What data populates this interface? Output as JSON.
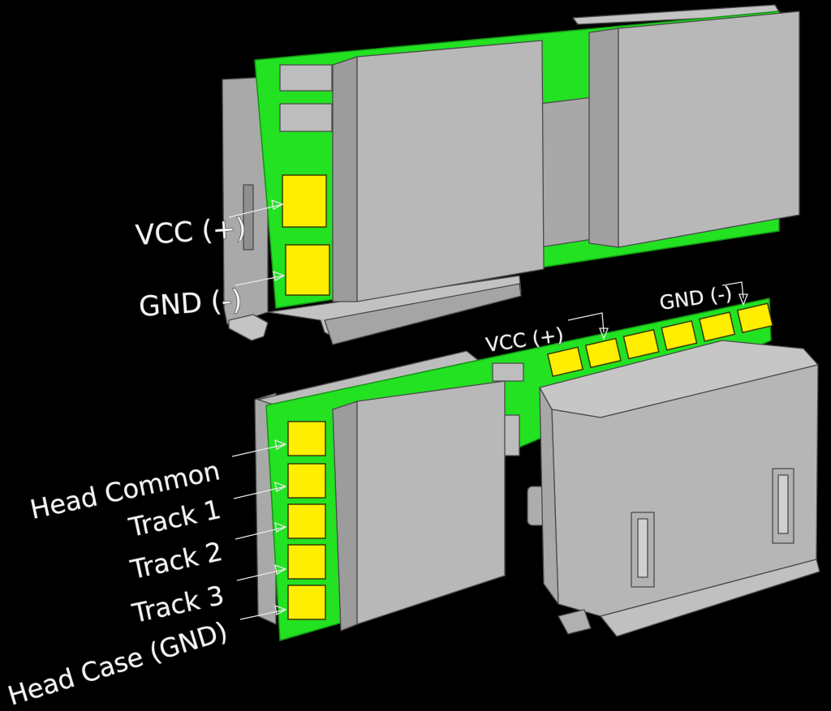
{
  "colors": {
    "background": "#000000",
    "pcb": "#22e222",
    "pcb_edge": "#149214",
    "pad": "#ffee00",
    "component": "#b8b8b8",
    "component_side": "#9a9a9a",
    "label_text": "#f4f4f4"
  },
  "top_board": {
    "labels": {
      "vcc": "VCC (+)",
      "gnd": "GND (-)"
    }
  },
  "bottom_board": {
    "labels": {
      "head_common": "Head Common",
      "track_1": "Track 1",
      "track_2": "Track 2",
      "track_3": "Track 3",
      "head_case": "Head Case (GND)",
      "vcc": "VCC (+)",
      "gnd": "GND (-)"
    }
  }
}
